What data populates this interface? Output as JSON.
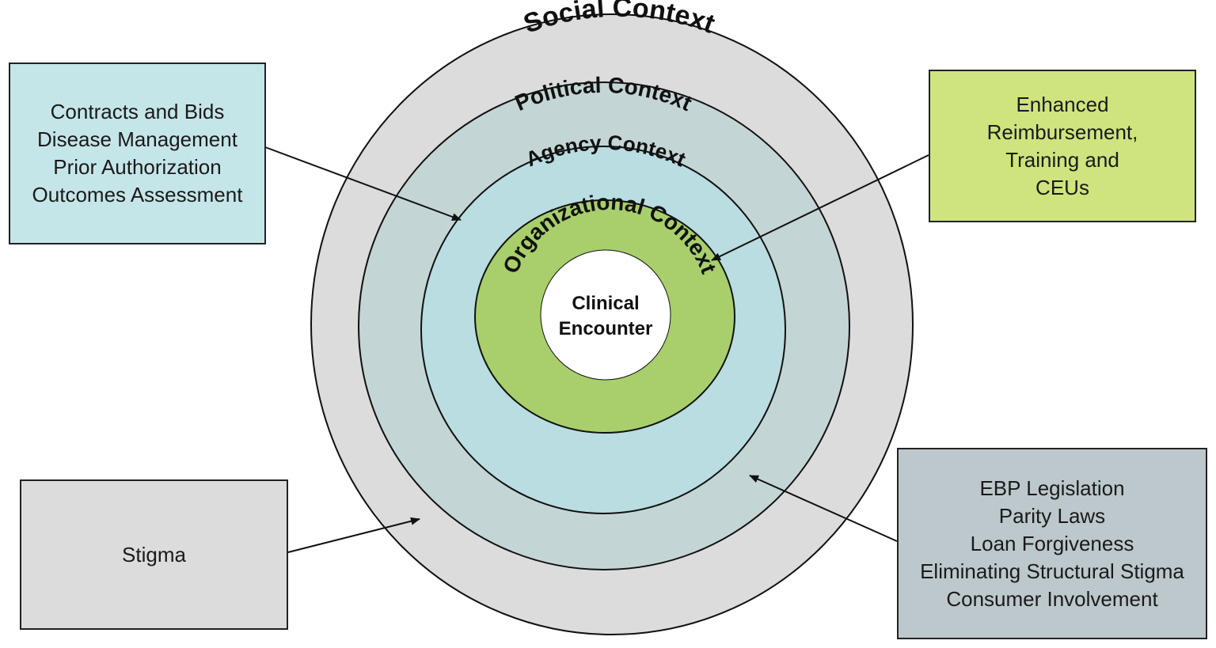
{
  "rings": {
    "social": {
      "label": "Social Context",
      "color": "#dcdcdc"
    },
    "political": {
      "label": "Political Context",
      "color": "#c4d5d5"
    },
    "agency": {
      "label": "Agency Context",
      "color": "#b9dde0"
    },
    "organizational": {
      "label": "Organizational Context",
      "color": "#a8cf6b"
    },
    "center": {
      "line1": "Clinical",
      "line2": "Encounter",
      "color": "#ffffff"
    }
  },
  "boxes": {
    "top_left": {
      "color": "#c5e6e8",
      "lines": [
        "Contracts and Bids",
        "Disease Management",
        "Prior Authorization",
        "Outcomes Assessment"
      ]
    },
    "top_right": {
      "color": "#cfe47e",
      "lines": [
        "Enhanced",
        "Reimbursement,",
        "Training and",
        "CEUs"
      ]
    },
    "bottom_left": {
      "color": "#dcdcdc",
      "lines": [
        "Stigma"
      ]
    },
    "bottom_right": {
      "color": "#bcc8cc",
      "lines": [
        "EBP Legislation",
        "Parity Laws",
        "Loan Forgiveness",
        "Eliminating Structural Stigma",
        "Consumer Involvement"
      ]
    }
  }
}
